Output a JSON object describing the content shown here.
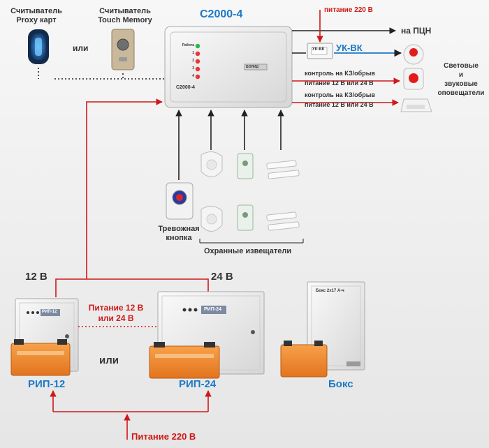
{
  "controller": {
    "title": "С2000-4",
    "panel_label": "С2000-4",
    "brand": "БОЛИД",
    "leds": [
      "Работа",
      "1",
      "2",
      "3",
      "4"
    ]
  },
  "readers": {
    "proxy": "Считыватель\nProxy карт",
    "touch": "Считыватель\nTouch Memory",
    "or": "или"
  },
  "uk_vk": {
    "label": "УК-ВК",
    "device_label": "УК-ВК",
    "power": "питание 220 В"
  },
  "pcn": "на ПЦН",
  "outputs": {
    "line1": "контроль на КЗ/обрыв\nпитание 12 В или 24 В",
    "line2": "контроль на КЗ/обрыв\nпитание 12 В или 24 В",
    "annunciators": "Световые\nи\nзвуковые\nоповещатели"
  },
  "alarm_button": "Тревожная\nкнопка",
  "detectors": "Охранные извещатели",
  "power": {
    "v12": "12 В",
    "v24": "24 В",
    "supply": "Питание 12 В\nили 24 В",
    "or": "или",
    "rip12": "РИП-12",
    "rip24": "РИП-24",
    "rip12_panel": "РИП-12",
    "rip24_panel": "РИП-24",
    "box": "Бокс",
    "box_panel": "Бокс 2х17 А-ч",
    "mains": "Питание 220 В"
  },
  "colors": {
    "red": "#d01818",
    "blue": "#1a78c8",
    "line": "#222222"
  }
}
